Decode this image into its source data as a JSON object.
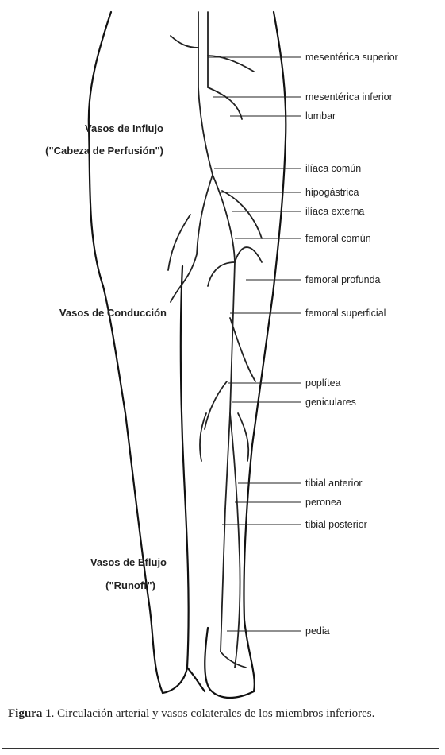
{
  "diagram": {
    "group_labels": {
      "inflow_title": "Vasos de Influjo",
      "inflow_sub": "(\"Cabeza de Perfusión\")",
      "conduction": "Vasos de Conducción",
      "outflow_title": "Vasos de Eflujo",
      "outflow_sub": "(\"Runoff\")"
    },
    "vessel_labels": [
      "mesentérica superior",
      "mesentérica inferior",
      "lumbar",
      "ilíaca común",
      "hipogástrica",
      "ilíaca externa",
      "femoral común",
      "femoral profunda",
      "femoral superficial",
      "poplítea",
      "geniculares",
      "tibial anterior",
      "peronea",
      "tibial posterior",
      "pedia"
    ]
  },
  "caption": {
    "figure_label": "Figura 1",
    "text": ". Circulación arterial y vasos colaterales de los miembros inferiores."
  }
}
